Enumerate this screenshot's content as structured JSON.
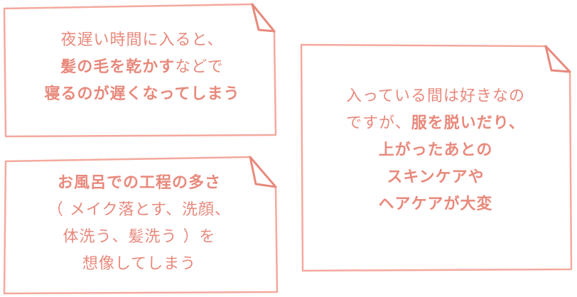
{
  "colors": {
    "ink": "#e8897c",
    "paper": "#ffffff"
  },
  "note1": {
    "line1": "夜遅い時間に入ると、",
    "line2_bold": "髪の毛を乾かす",
    "line2_rest": "などで",
    "line3": "寝るのが遅くなってしまう"
  },
  "note2": {
    "line1": "お風呂での工程の多さ",
    "line2": "（ メイク落とす、洗顔、",
    "line3": "体洗う、髪洗う ）を",
    "line4": "想像してしまう"
  },
  "note3": {
    "line1": "入っている間は好きなの",
    "line2_rest": "ですが、",
    "line2_bold": "服を脱いだり、",
    "line3": "上がったあとの",
    "line4": "スキンケアや",
    "line5": "ヘアケアが大変"
  }
}
